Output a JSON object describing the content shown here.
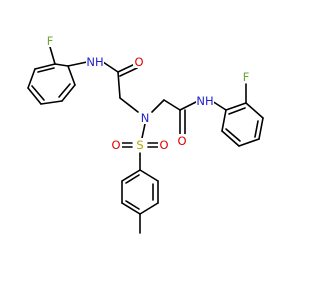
{
  "molecule": {
    "colors": {
      "carbon": "#000000",
      "nitrogen": "#1f1fd2",
      "oxygen": "#e00000",
      "sulfur": "#b5a800",
      "fluorine": "#6fa830",
      "background": "#ffffff"
    },
    "atoms": {
      "f_left": "F",
      "nh_left": "NH",
      "o_left": "O",
      "n_center": "N",
      "nh_right": "NH",
      "o_right": "O",
      "f_right": "F",
      "s_sulfonyl": "S",
      "o_sulfonyl_left": "O",
      "o_sulfonyl_right": "O"
    }
  }
}
